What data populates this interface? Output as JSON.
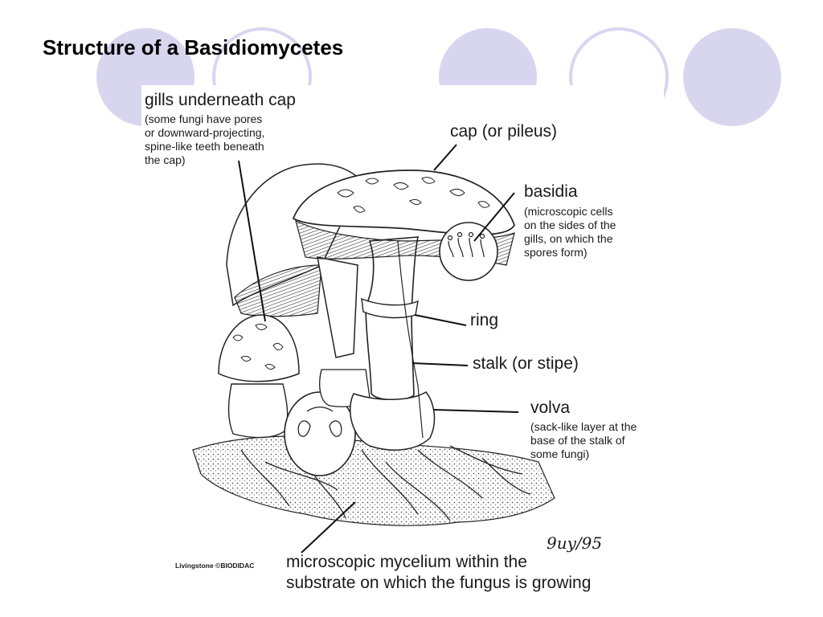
{
  "slide": {
    "title": "Structure of a Basidiomycetes",
    "decor_color": "#d8d6ef",
    "decor_ring_color": "#d8d6ef"
  },
  "diagram": {
    "labels": {
      "gills_title": "gills underneath cap",
      "gills_note_1": "(some fungi have pores",
      "gills_note_2": "or downward-projecting,",
      "gills_note_3": "spine-like teeth beneath",
      "gills_note_4": "the cap)",
      "cap": "cap (or pileus)",
      "basidia_title": "basidia",
      "basidia_note_1": "(microscopic cells",
      "basidia_note_2": "on the sides of the",
      "basidia_note_3": "gills, on which the",
      "basidia_note_4": "spores form)",
      "ring": "ring",
      "stalk": "stalk (or stipe)",
      "volva_title": "volva",
      "volva_note_1": "(sack-like layer at the",
      "volva_note_2": "base of the stalk of",
      "volva_note_3": "some fungi)",
      "mycelium_1": "microscopic mycelium within the",
      "mycelium_2": "substrate on which the fungus is growing"
    },
    "credit": "Livingstone ©BIODIDAC",
    "signature": "9uy/95"
  }
}
